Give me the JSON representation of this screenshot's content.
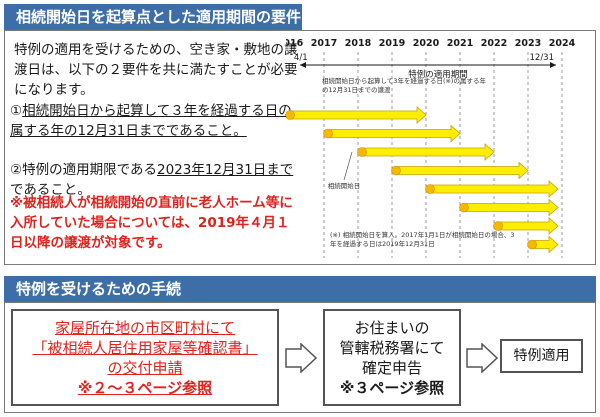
{
  "section1": {
    "title": "相続開始日を起算点とした適用期間の要件",
    "intro": "特例の適用を受けるための、空き家・敷地の譲渡日は、以下の２要件を共に満たすことが必要になります。",
    "req1_marker": "①",
    "req1_text": "相続開始日から起算して３年を経過する日の属する年の12月31日までであること。",
    "req2_marker": "②",
    "req2_pre": "特例の適用期限である",
    "req2_ul": "2023年12月31日まで",
    "req2_post": "であること。",
    "note": "※被相続人が相続開始の直前に老人ホーム等に入所していた場合については、2019年４月１日以降の譲渡が対象です。"
  },
  "chart": {
    "years": [
      "2016",
      "2017",
      "2018",
      "2019",
      "2020",
      "2021",
      "2022",
      "2023",
      "2024"
    ],
    "start_label": "4/1",
    "end_label": "12/31",
    "period_label": "特例の適用期間",
    "annotation_top": "相続開始日から起算して3年を経過する日(※)の属する年の12月31日までの譲渡",
    "annotation_mid": "相続開始日",
    "annotation_bottom": "(※) 相続開始日を算入。2017年1月1日が相続開始日の場合、3年を経過する日は2019年12月31日",
    "colors": {
      "arrow_fill": "#ffee00",
      "arrow_stroke": "#c9a100",
      "dot": "#f5b800"
    }
  },
  "section2": {
    "title": "特例を受けるための手続",
    "box1_line1": "家屋所在地の市区町村にて",
    "box1_line2": "「被相続人居住用家屋等確認書」",
    "box1_line3": "の交付申請",
    "box1_ref": "※２～３ページ参照",
    "box2_line1": "お住まいの",
    "box2_line2": "管轄税務署にて",
    "box2_line3": "確定申告",
    "box2_ref": "※３ページ参照",
    "box3_label": "特例適用"
  }
}
